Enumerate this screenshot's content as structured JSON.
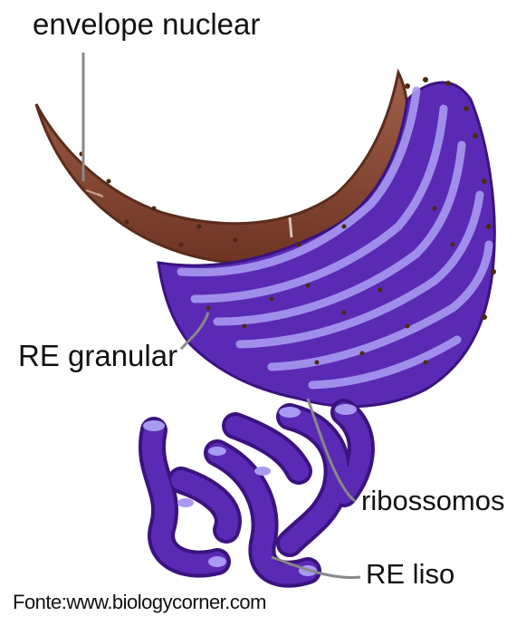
{
  "labels": {
    "envelope": "envelope nuclear",
    "re_granular": "RE granular",
    "ribosomes": "ribossomos",
    "re_liso": "RE liso",
    "source": "Fonte:www.biologycorner.com"
  },
  "colors": {
    "envelope_fill": "#8a4a35",
    "envelope_dark": "#5a2c1c",
    "er_fill": "#5a2ab5",
    "er_dark": "#3b1380",
    "er_light": "#a89af0",
    "ribosome": "#4a2a10",
    "leader": "#888888"
  }
}
